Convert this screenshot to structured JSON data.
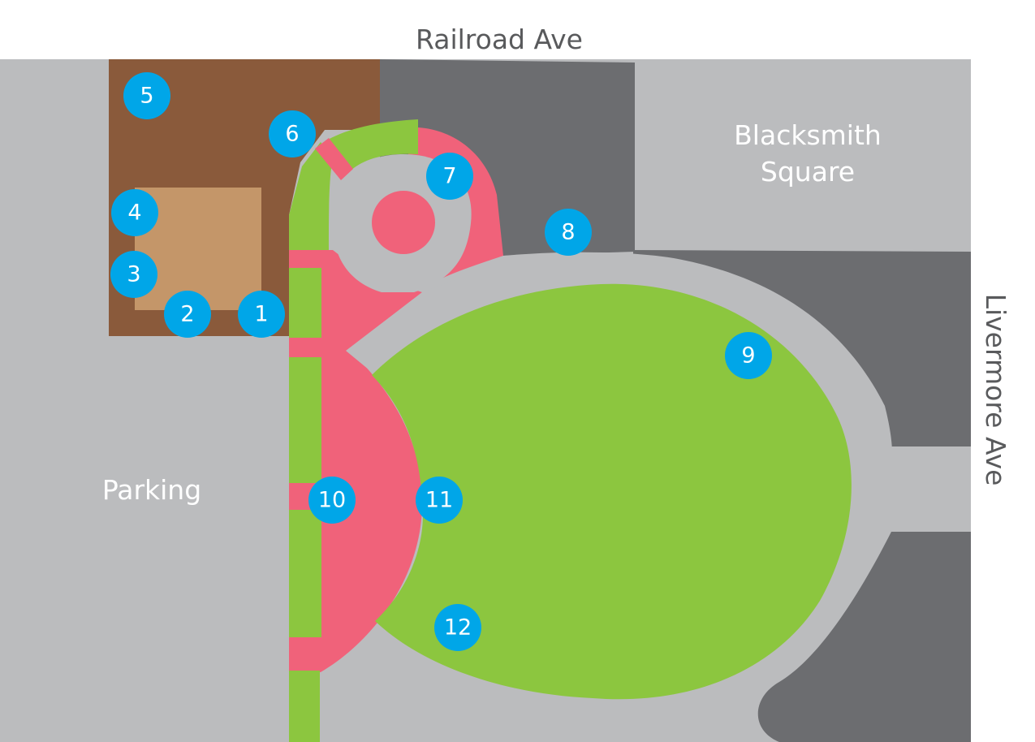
{
  "streets": {
    "north": "Railroad Ave",
    "east": "Livermore Ave"
  },
  "areas": {
    "parking": "Parking",
    "blacksmith_line1": "Blacksmith",
    "blacksmith_line2": "Square"
  },
  "markers": [
    "1",
    "2",
    "3",
    "4",
    "5",
    "6",
    "7",
    "8",
    "9",
    "10",
    "11",
    "12"
  ],
  "colors": {
    "pavement": "#bbbcbe",
    "dark_lot": "#6c6d70",
    "brown_plot": "#8a5a3b",
    "tan_plot": "#c49669",
    "lawn": "#8cc63f",
    "pink_plaza": "#f0627a",
    "marker": "#00a6e8",
    "street_text": "#595a5c"
  }
}
